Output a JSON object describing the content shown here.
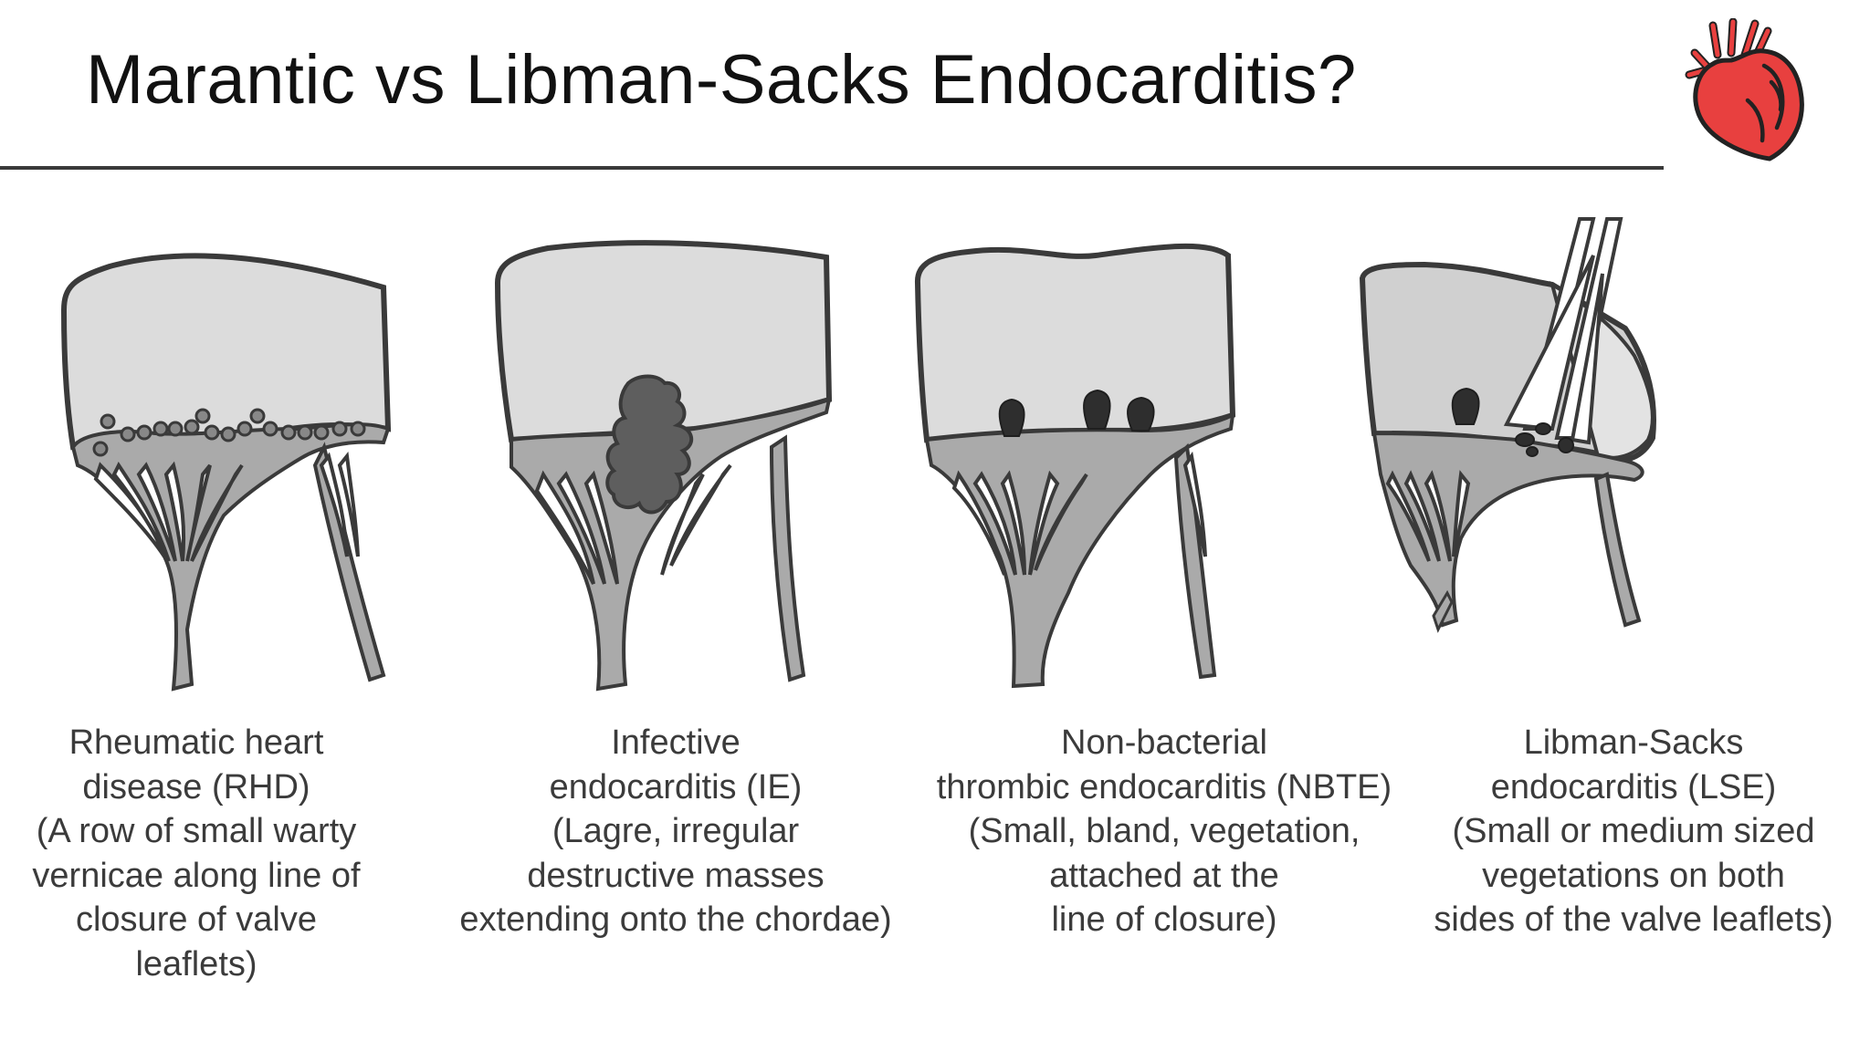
{
  "slide": {
    "title": "Marantic vs Libman-Sacks Endocarditis?"
  },
  "logo": {
    "icon": "heart-icon",
    "color": "#e8403f"
  },
  "panels": [
    {
      "id": "rhd",
      "caption_lines": [
        "Rheumatic heart",
        "disease (RHD)",
        "(A row of small warty",
        "vernicae along line of",
        "closure of valve",
        "leaflets)"
      ]
    },
    {
      "id": "ie",
      "caption_lines": [
        "Infective",
        "endocarditis (IE)",
        "(Lagre, irregular",
        "destructive masses",
        "extending onto the chordae)"
      ]
    },
    {
      "id": "nbte",
      "caption_lines": [
        "Non-bacterial",
        "thrombic endocarditis (NBTE)",
        "(Small, bland, vegetation,",
        "attached at the",
        "line of closure)"
      ]
    },
    {
      "id": "lse",
      "caption_lines": [
        "Libman-Sacks",
        "endocarditis (LSE)",
        "(Small or medium sized",
        "vegetations on both",
        "sides of the valve leaflets)"
      ]
    }
  ]
}
